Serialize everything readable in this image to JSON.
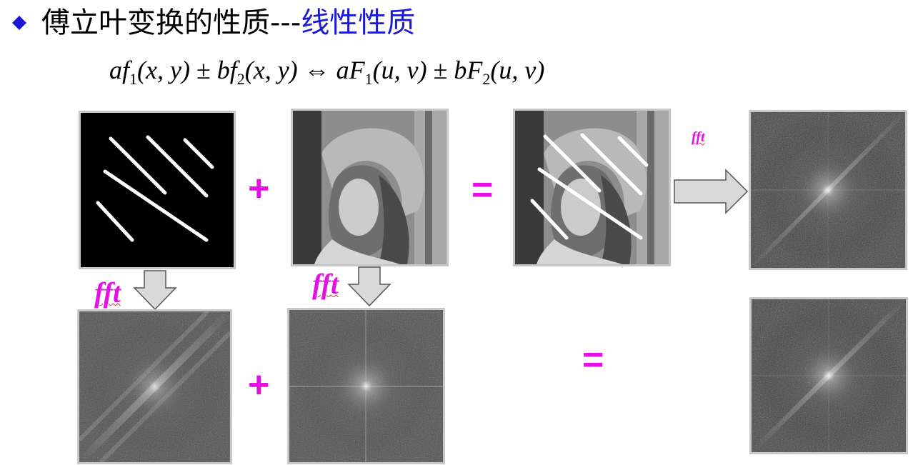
{
  "header": {
    "title_prefix": "傅立叶变换的性质---",
    "title_highlight": "线性性质"
  },
  "formula": {
    "lhs_a": "af",
    "lhs_sub1": "1",
    "lhs_args1": "(x, y)",
    "pm1": "±",
    "lhs_b": "bf",
    "lhs_sub2": "2",
    "lhs_args2": "(x, y)",
    "iff": "⇔",
    "rhs_a": "aF",
    "rhs_sub1": "1",
    "rhs_args1": "(u, v)",
    "pm2": "±",
    "rhs_b": "bF",
    "rhs_sub2": "2",
    "rhs_args2": "(u, v)"
  },
  "operators": {
    "plus": "+",
    "equals": "="
  },
  "fft_labels": {
    "small": "fft",
    "large": "fft"
  },
  "colors": {
    "accent_magenta": "#e312e3",
    "title_highlight_blue": "#1a1ad6",
    "bullet_blue": "#1a1ad6",
    "arrow_fill": "#d9d9d9"
  },
  "images": {
    "lines_image": "diagonal-white-lines-on-black",
    "photo_image": "portrait-woman-with-hat-grayscale",
    "combined_image": "portrait-with-diagonal-lines-overlay",
    "spectrum_lines": "fft-spectrum-diagonal",
    "spectrum_photo": "fft-spectrum-centered",
    "spectrum_combined": "fft-spectrum-combined",
    "spectrum_sum": "fft-spectrum-sum"
  }
}
